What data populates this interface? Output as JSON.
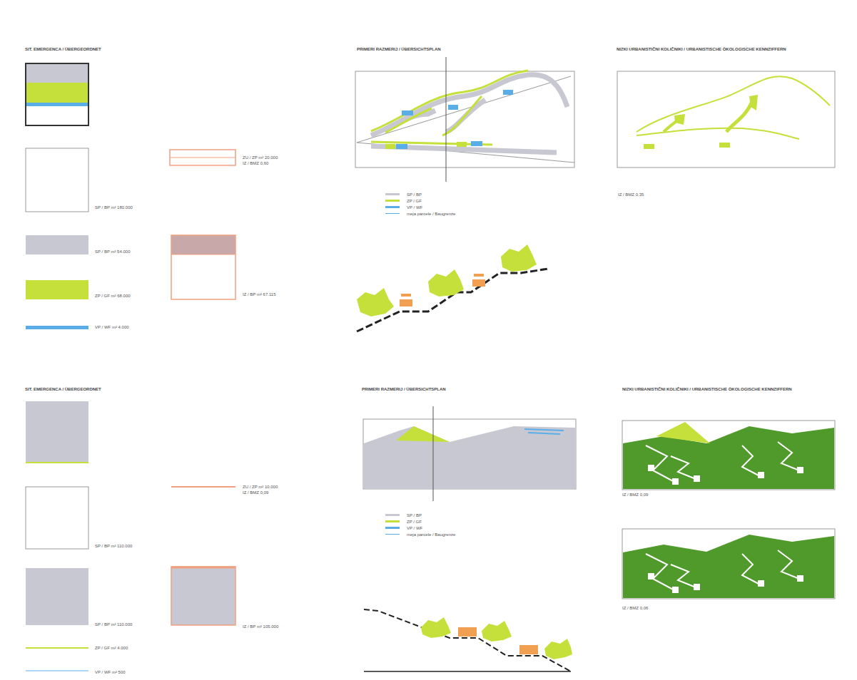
{
  "diagram": {
    "labels": [
      "SIT. EMERGENCA / ÜBERGEORDNET",
      "SP / BP  m² 180.000",
      "SP / BP  m² 54.000",
      "ZP / GF  m² 68.000",
      "VP / WF  m² 4.000",
      "ZU / ZP  m² 20.000",
      "IZ / BMZ  0,60",
      "IZ / BP  m² 67.115",
      "PRIMERI RAZMERIJ / ÜBERSICHTSPLAN",
      "NIZKI URBANISTIČNI KOLIČNIKI / URBANISTISCHE ÖKOLOGISCHE KENNZIFFERN",
      "IZ / BMZ  0,35",
      "SIT. EMERGENCA / ÜBERGEORDNET",
      "SP / BP  m² 110.000",
      "SP / BP  m² 110.000",
      "ZP / GF  m² 4.000",
      "VP / WF  m² 500",
      "ZU / ZP  m² 10.000",
      "IZ / BMZ  0,09",
      "IZ / BP  m² 105.000",
      "PRIMERI RAZMERIJ / ÜBERSICHTSPLAN",
      "NIZKI URBANISTIČNI KOLIČNIKI / URBANISTISCHE ÖKOLOGISCHE KENNZIFFERN",
      "IZ / BMZ  0,09",
      "IZ / BMZ  0,06"
    ],
    "legend": [
      {
        "text": "SP / BP",
        "color": "#c8c8d2"
      },
      {
        "text": "ZP / GF",
        "color": "#c5e03a"
      },
      {
        "text": "VP / WF",
        "color": "#5aaee8"
      },
      {
        "text": "meja parcele / Baugrenze"
      },
      {
        "text": "SP / BP",
        "color": "#c8c8d2"
      },
      {
        "text": "ZP / GF",
        "color": "#c5e03a"
      },
      {
        "text": "VP / WF",
        "color": "#5aaee8"
      },
      {
        "text": "meja parcele / Baugrenze"
      }
    ]
  }
}
